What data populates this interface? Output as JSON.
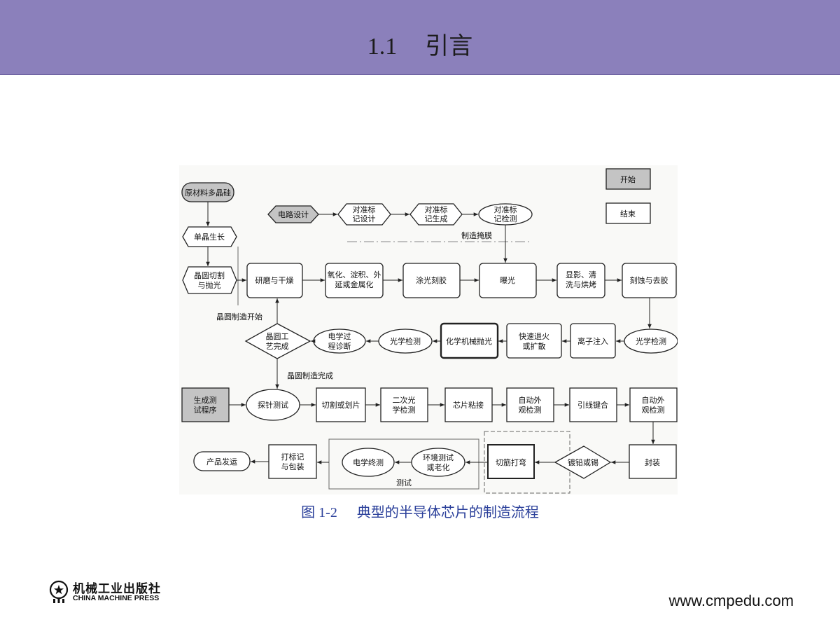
{
  "header": {
    "section_number": "1.1",
    "section_title": "引言"
  },
  "diagram": {
    "nodes": {
      "raw_material": "原材料多晶硅",
      "crystal_growth": "单晶生长",
      "wafer_slice": [
        "晶圆切割",
        "与抛光"
      ],
      "circuit_design": "电路设计",
      "mark_design": [
        "对准标",
        "记设计"
      ],
      "mark_generate": [
        "对准标",
        "记生成"
      ],
      "mark_inspect": [
        "对准标",
        "记检测"
      ],
      "mask_label": "制造掩膜",
      "grind_dry": "研磨与干燥",
      "oxidation": [
        "氧化、淀积、外",
        "延或金属化"
      ],
      "photoresist": "涂光刻胶",
      "exposure": "曝光",
      "develop": [
        "显影、清",
        "洗与烘烤"
      ],
      "etch": "刻蚀与去胶",
      "fab_start": "晶圆制造开始",
      "wafer_done": [
        "晶圆工",
        "艺完成"
      ],
      "electrical_diag": [
        "电学过",
        "程诊断"
      ],
      "optical_inspect_1": "光学检测",
      "cmp": "化学机械抛光",
      "anneal": [
        "快速退火",
        "或扩散"
      ],
      "ion_implant": "离子注入",
      "optical_inspect_2": "光学检测",
      "fab_done": "晶圆制造完成",
      "test_program": [
        "生成测",
        "试程序"
      ],
      "probe_test": "探针测试",
      "dicing": "切割或划片",
      "second_optical": [
        "二次光",
        "学检测"
      ],
      "die_bond": "芯片粘接",
      "auto_visual_1": [
        "自动外",
        "观检测"
      ],
      "wire_bond": "引线键合",
      "auto_visual_2": [
        "自动外",
        "观检测"
      ],
      "shipping": "产品发运",
      "mark_pack": [
        "打标记",
        "与包装"
      ],
      "final_electrical": "电学终测",
      "env_test": [
        "环境测试",
        "或老化"
      ],
      "test_group_label": "测试",
      "trim_form": "切筋打弯",
      "plating": "镀铅或锡",
      "seal": "封装"
    },
    "legend": {
      "start": "开始",
      "end": "结束"
    }
  },
  "caption": {
    "figure_number": "图 1-2",
    "text": "典型的半导体芯片的制造流程"
  },
  "footer": {
    "publisher_cn": "机械工业出版社",
    "publisher_en": "CHINA MACHINE PRESS",
    "url": "www.cmpedu.com"
  },
  "colors": {
    "banner": "#8b80bb",
    "caption": "#2a3f9a",
    "start_fill": "#c4c4c4"
  }
}
